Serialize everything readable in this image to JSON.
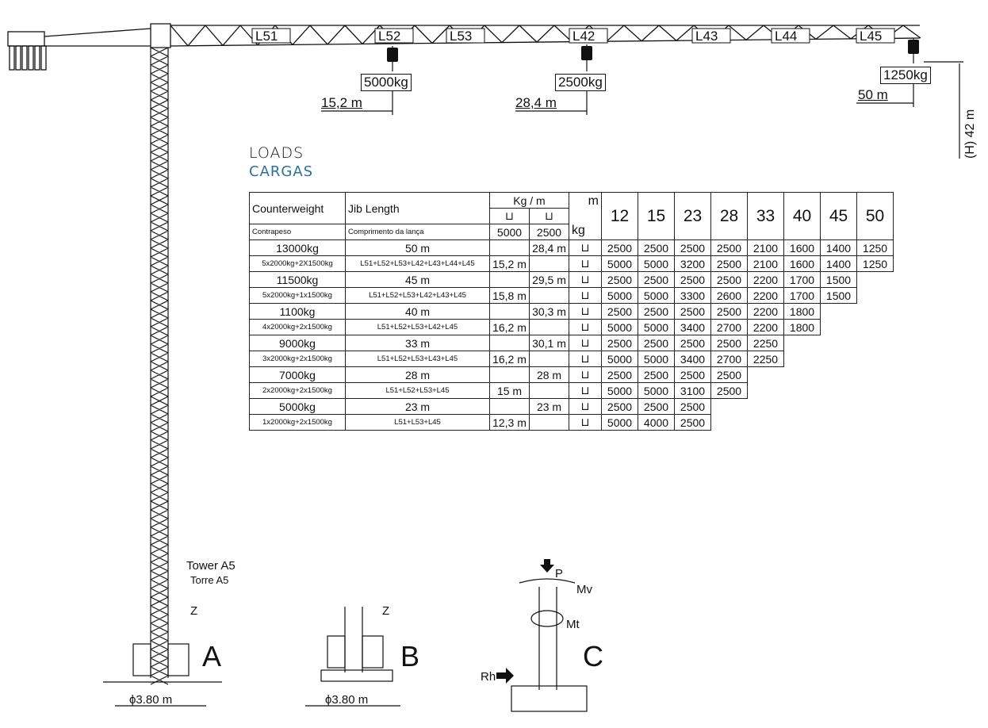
{
  "jib_sections": [
    "L51",
    "L52",
    "L53",
    "L42",
    "L43",
    "L44",
    "L45"
  ],
  "hook_loads": [
    "5000kg",
    "2500kg",
    "1250kg"
  ],
  "dimensions": {
    "r1": "15,2 m",
    "r2": "28,4 m",
    "r3": "50 m",
    "height": "(H) 42 m",
    "base_a": "ϕ3.80 m",
    "base_b": "ϕ3.80 m"
  },
  "headings": {
    "loads": "LOADS",
    "cargas": "CARGAS"
  },
  "table": {
    "h_counterweight": "Counterweight",
    "h_contrapeso": "Contrapeso",
    "h_jib": "Jib Length",
    "h_comprimento": "Comprimento da lança",
    "h_kgm": "Kg / m",
    "h_m": "m",
    "h_kg": "kg",
    "h_5000": "5000",
    "h_2500": "2500",
    "radii": [
      "12",
      "15",
      "23",
      "28",
      "33",
      "40",
      "45",
      "50"
    ],
    "rows": [
      {
        "cw": "13000kg",
        "cw_detail": "5x2000kg+2X1500kg",
        "jib": "50 m",
        "jib_detail": "L51+L52+L53+L42+L43+L44+L45",
        "r2500": "28,4 m",
        "r5000": "15,2 m",
        "top": [
          "2500",
          "2500",
          "2500",
          "2500",
          "2100",
          "1600",
          "1400",
          "1250"
        ],
        "bot": [
          "5000",
          "5000",
          "3200",
          "2500",
          "2100",
          "1600",
          "1400",
          "1250"
        ]
      },
      {
        "cw": "11500kg",
        "cw_detail": "5x2000kg+1x1500kg",
        "jib": "45 m",
        "jib_detail": "L51+L52+L53+L42+L43+L45",
        "r2500": "29,5 m",
        "r5000": "15,8 m",
        "top": [
          "2500",
          "2500",
          "2500",
          "2500",
          "2200",
          "1700",
          "1500"
        ],
        "bot": [
          "5000",
          "5000",
          "3300",
          "2600",
          "2200",
          "1700",
          "1500"
        ]
      },
      {
        "cw": "1100kg",
        "cw_detail": "4x2000kg+2x1500kg",
        "jib": "40 m",
        "jib_detail": "L51+L52+L53+L42+L45",
        "r2500": "30,3 m",
        "r5000": "16,2 m",
        "top": [
          "2500",
          "2500",
          "2500",
          "2500",
          "2200",
          "1800"
        ],
        "bot": [
          "5000",
          "5000",
          "3400",
          "2700",
          "2200",
          "1800"
        ]
      },
      {
        "cw": "9000kg",
        "cw_detail": "3x2000kg+2x1500kg",
        "jib": "33 m",
        "jib_detail": "L51+L52+L53+L43+L45",
        "r2500": "30,1 m",
        "r5000": "16,2 m",
        "top": [
          "2500",
          "2500",
          "2500",
          "2500",
          "2250"
        ],
        "bot": [
          "5000",
          "5000",
          "3400",
          "2700",
          "2250"
        ]
      },
      {
        "cw": "7000kg",
        "cw_detail": "2x2000kg+2x1500kg",
        "jib": "28 m",
        "jib_detail": "L51+L52+L53+L45",
        "r2500": "28 m",
        "r5000": "15 m",
        "top": [
          "2500",
          "2500",
          "2500",
          "2500"
        ],
        "bot": [
          "5000",
          "5000",
          "3100",
          "2500"
        ]
      },
      {
        "cw": "5000kg",
        "cw_detail": "1x2000kg+2x1500kg",
        "jib": "23 m",
        "jib_detail": "L51+L53+L45",
        "r2500": "23 m",
        "r5000": "12,3 m",
        "top": [
          "2500",
          "2500",
          "2500"
        ],
        "bot": [
          "5000",
          "4000",
          "2500"
        ]
      }
    ]
  },
  "tower": {
    "label": "Tower A5",
    "label_pt": "Torre A5"
  },
  "bases": {
    "a": "A",
    "b": "B",
    "c": "C",
    "z": "Z"
  },
  "forces": {
    "p": "P",
    "mv": "Mv",
    "mt": "Mt",
    "rh": "Rh"
  }
}
